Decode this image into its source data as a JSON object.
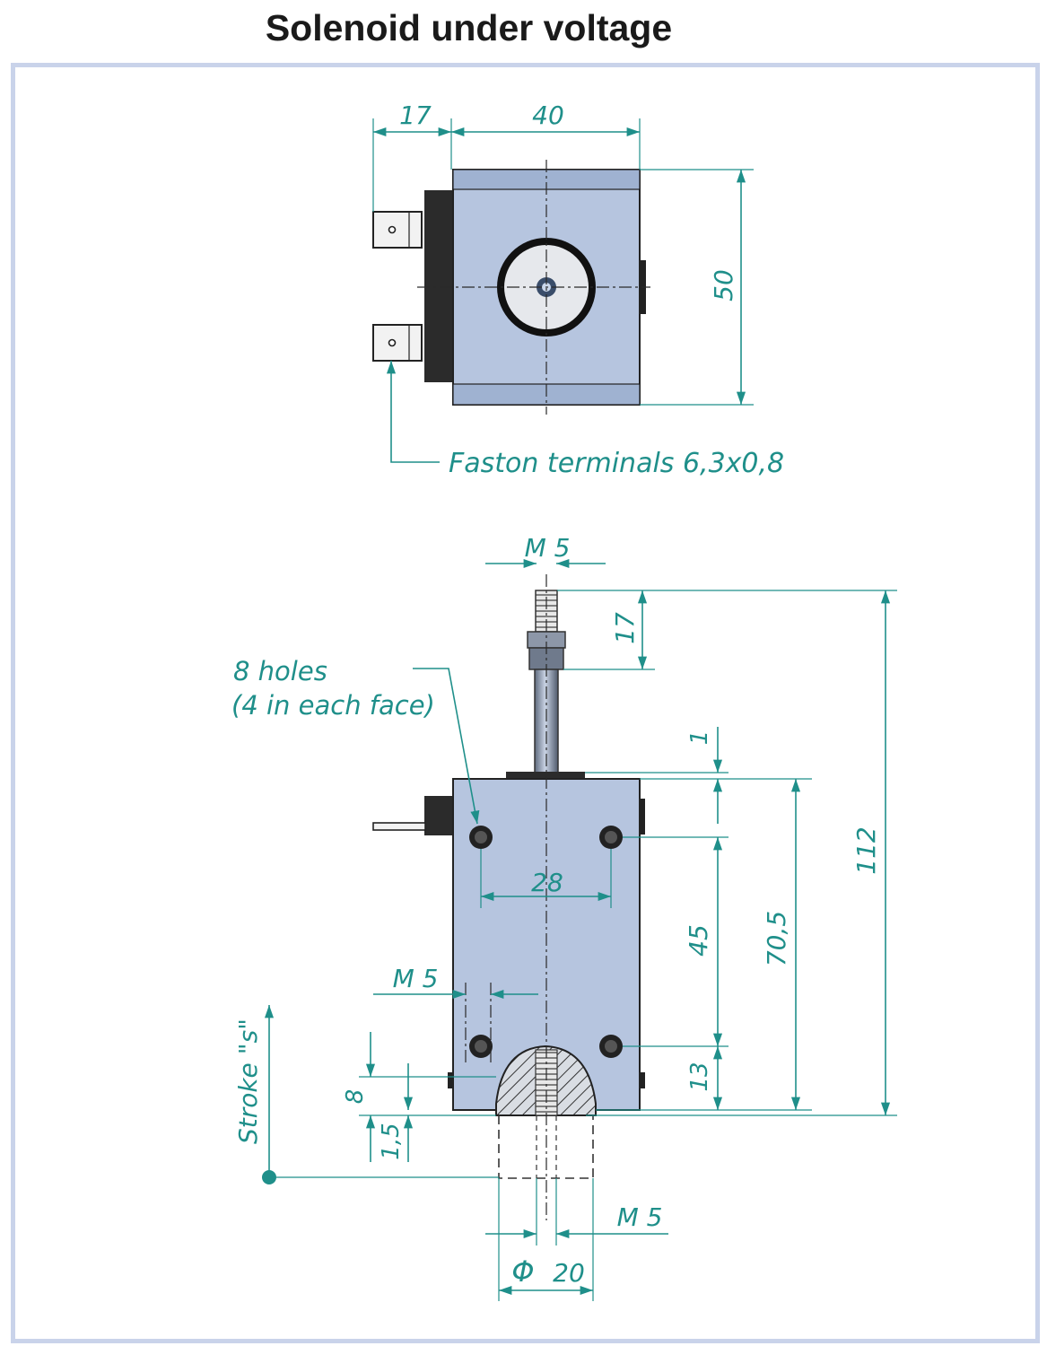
{
  "title": "Solenoid under voltage",
  "top_view": {
    "dim_width_terminal": "17",
    "dim_width_body": "40",
    "dim_height": "50",
    "note_terminals": "Faston terminals 6,3x0,8"
  },
  "side_view": {
    "dim_thread_top": "M  5",
    "dim_thread_length": "17",
    "note_holes_line1": "8 holes",
    "note_holes_line2": "(4 in each face)",
    "dim_gap": "1",
    "dim_total_length": "112",
    "dim_hole_spacing": "28",
    "dim_hole_vertical": "45",
    "dim_body_height": "70,5",
    "dim_side_thread": "M  5",
    "dim_stroke": "Stroke \"s\"",
    "dim_8": "8",
    "dim_1_5": "1,5",
    "dim_13": "13",
    "dim_plunger_thread": "M  5",
    "dim_diameter_symbol": "Φ",
    "dim_diameter": "20"
  },
  "colors": {
    "body_fill": "#b6c5df",
    "body_shade": "#9fb2d1",
    "dimension": "#1f8f8a",
    "frame_border": "#c9d3ea"
  }
}
